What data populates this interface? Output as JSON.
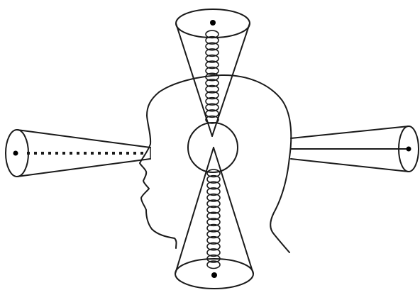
{
  "diagram": {
    "colors": {
      "ink": "#1a1a1a",
      "background": "#ffffff"
    },
    "elements": [
      "head-profile-outline",
      "top-cone",
      "bottom-cone",
      "left-cone",
      "right-cone",
      "center-circle",
      "vertical-coil-top",
      "vertical-coil-bottom",
      "left-dotted-line"
    ]
  }
}
